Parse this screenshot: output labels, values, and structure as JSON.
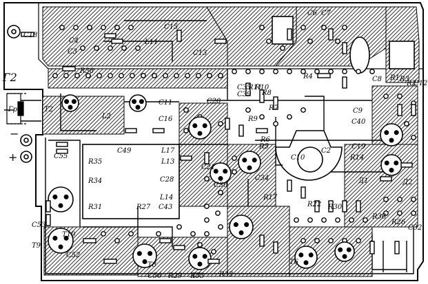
{
  "colors": {
    "ink": "#000000",
    "paper": "#ffffff",
    "watermark": "#8a8aff"
  },
  "labels": {
    "G2": "Г2",
    "Gr": "Гр",
    "T2": "T2",
    "T10": "T10",
    "T9": "T9",
    "T8": "T8",
    "T7": "T7",
    "T6": "T6",
    "C18": "C18",
    "C15": "C15",
    "C4": "C4",
    "C3": "C3",
    "C6": "C6",
    "C7": "C7",
    "C8": "C8",
    "C11": "C11",
    "C13": "C13",
    "C16": "C16",
    "C35": "C35",
    "C39": "C39",
    "C49": "C49",
    "C28": "C28",
    "C43": "C43",
    "C53": "C53",
    "C52": "C52",
    "C56": "C56",
    "C10": "C10",
    "C2": "C2",
    "C19": "C19",
    "C34": "C34",
    "C32": "C32",
    "C21": "C21",
    "C20": "C20",
    "C30": "C30",
    "C55": "C55",
    "C9": "C9",
    "C40": "C40",
    "C12": "C12",
    "R38": "R38",
    "R35": "R35",
    "R34": "R34",
    "R31": "R31",
    "R27": "R27",
    "R29": "R29",
    "R30": "R30",
    "R36": "R36",
    "R5": "R5",
    "R1": "R1",
    "R7": "R7",
    "R3": "R3",
    "R10": "R10",
    "R17": "R17",
    "R22": "R22",
    "R33": "R33",
    "R26": "R26",
    "R14": "R14",
    "R4": "R4",
    "R8": "R8",
    "R32": "R32",
    "R11": "R11",
    "R2": "R2",
    "R6": "R6",
    "R9": "R9",
    "L17": "L17",
    "L13": "L13",
    "L14": "L14",
    "L11": "L11",
    "L2": "L2",
    "D1": "Д1",
    "D2": "Д2",
    "minus": "−",
    "plus": "+"
  }
}
